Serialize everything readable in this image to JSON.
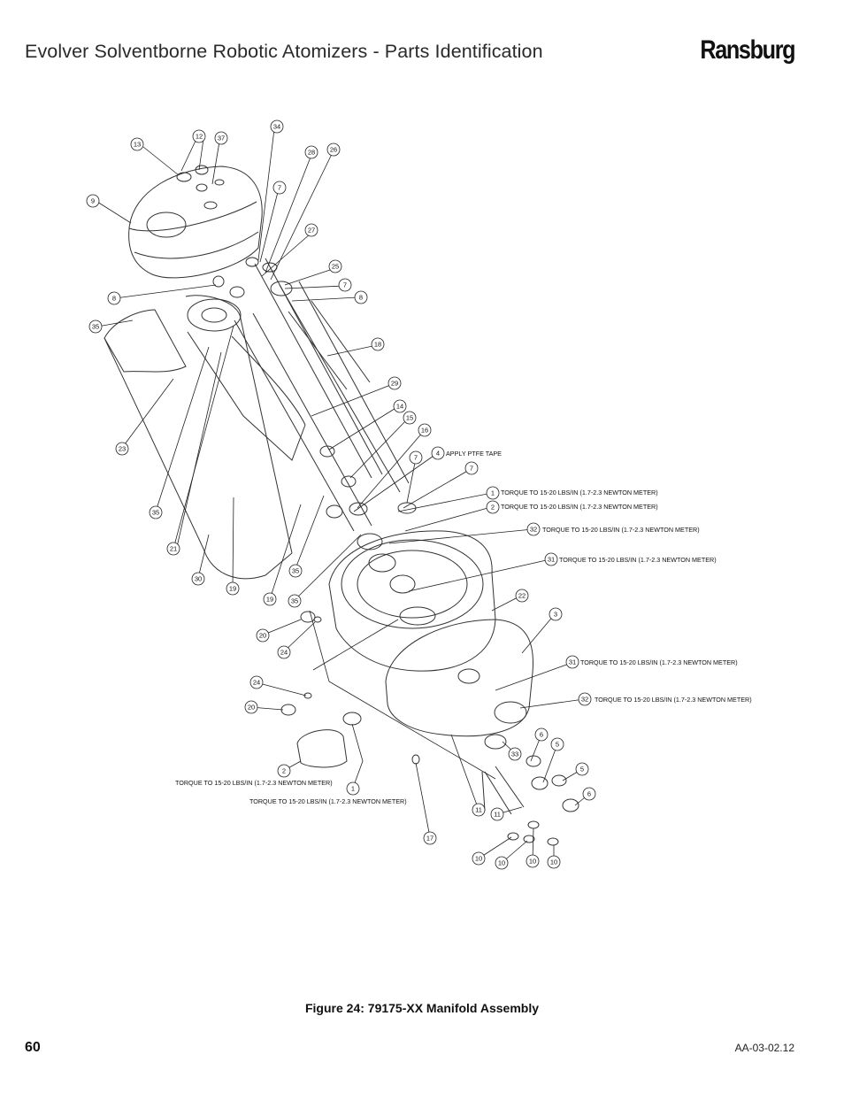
{
  "header": {
    "title": "Evolver Solventborne Robotic Atomizers - Parts Identification",
    "brand": "Ransburg"
  },
  "figure": {
    "caption": "Figure 24:  79175-XX Manifold Assembly",
    "callouts": [
      "13",
      "12",
      "37",
      "34",
      "28",
      "26",
      "9",
      "7",
      "27",
      "25",
      "7",
      "8",
      "8",
      "35",
      "18",
      "29",
      "14",
      "15",
      "16",
      "4",
      "7",
      "7",
      "1",
      "2",
      "32",
      "31",
      "23",
      "35",
      "21",
      "35",
      "30",
      "19",
      "19",
      "35",
      "22",
      "3",
      "20",
      "24",
      "24",
      "20",
      "31",
      "32",
      "6",
      "5",
      "5",
      "6",
      "2",
      "1",
      "17",
      "11",
      "11",
      "10",
      "10",
      "10",
      "10",
      "33"
    ],
    "notes": [
      "APPLY PTFE TAPE",
      "TORQUE TO 15-20 LBS/IN (1.7-2.3 NEWTON METER)",
      "TORQUE TO 15-20 LBS/IN (1.7-2.3 NEWTON METER)",
      "TORQUE TO 15-20 LBS/IN (1.7-2.3 NEWTON METER)",
      "TORQUE TO 15-20 LBS/IN (1.7-2.3 NEWTON METER)",
      "TORQUE TO 15-20 LBS/IN (1.7-2.3 NEWTON METER)",
      "TORQUE TO 15-20 LBS/IN (1.7-2.3 NEWTON METER)",
      "TORQUE TO 15-20 LBS/IN (1.7-2.3 NEWTON METER)",
      "TORQUE TO 15-20 LBS/IN (1.7-2.3 NEWTON METER)"
    ]
  },
  "footer": {
    "page_number": "60",
    "doc_code": "AA-03-02.12"
  }
}
